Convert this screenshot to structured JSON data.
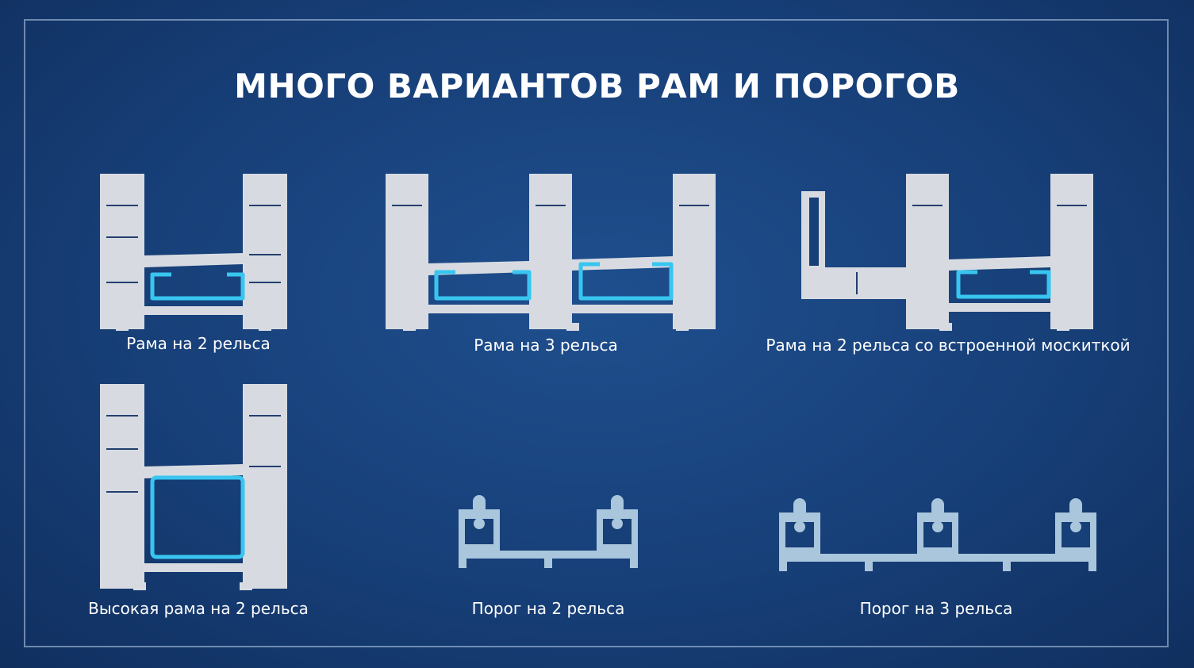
{
  "slide": {
    "title": "МНОГО ВАРИАНТОВ РАМ И ПОРОГОВ"
  },
  "profiles": [
    {
      "id": "frame-2-rails",
      "caption": "Рама на 2 рельса"
    },
    {
      "id": "frame-3-rails",
      "caption": "Рама на 3 рельса"
    },
    {
      "id": "frame-2-rails-mosquito",
      "caption": "Рама на 2 рельса со встроенной москиткой"
    },
    {
      "id": "tall-frame-2-rails",
      "caption": "Высокая рама на 2 рельса"
    },
    {
      "id": "threshold-2-rails",
      "caption": "Порог на 2 рельса"
    },
    {
      "id": "threshold-3-rails",
      "caption": "Порог на 3 рельса"
    }
  ],
  "colors": {
    "background": "#173f78",
    "profile": "#d7dbe1",
    "threshold": "#a9c6dc",
    "reinforcement": "#38c6f0"
  }
}
